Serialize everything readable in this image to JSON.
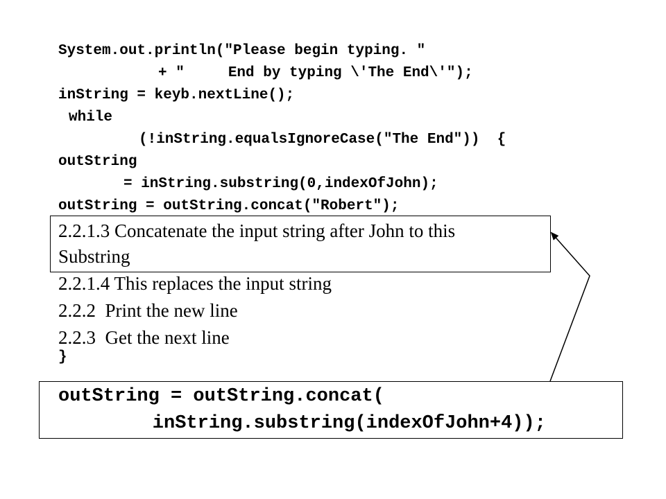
{
  "code_lines": [
    "System.out.println(\"Please begin typing. \"",
    "+ \"     End by typing \\'The End\\'\");",
    "inString = keyb.nextLine();",
    "while",
    "(!inString.equalsIgnoreCase(\"The End\"))  {",
    "outString",
    "= inString.substring(0,indexOfJohn);",
    "outString = outString.concat(\"Robert\");"
  ],
  "step_2213": "2.2.1.3 Concatenate the input string after John to this",
  "step_2213_cont": "Substring",
  "step_2214": "2.2.1.4 This replaces the input string",
  "step_222": "2.2.2  Print the new line",
  "step_223": "2.2.3  Get the next line",
  "closing_brace": "}",
  "replacement_code": [
    "outString = outString.concat(",
    "    inString.substring(indexOfJohn+4));"
  ]
}
